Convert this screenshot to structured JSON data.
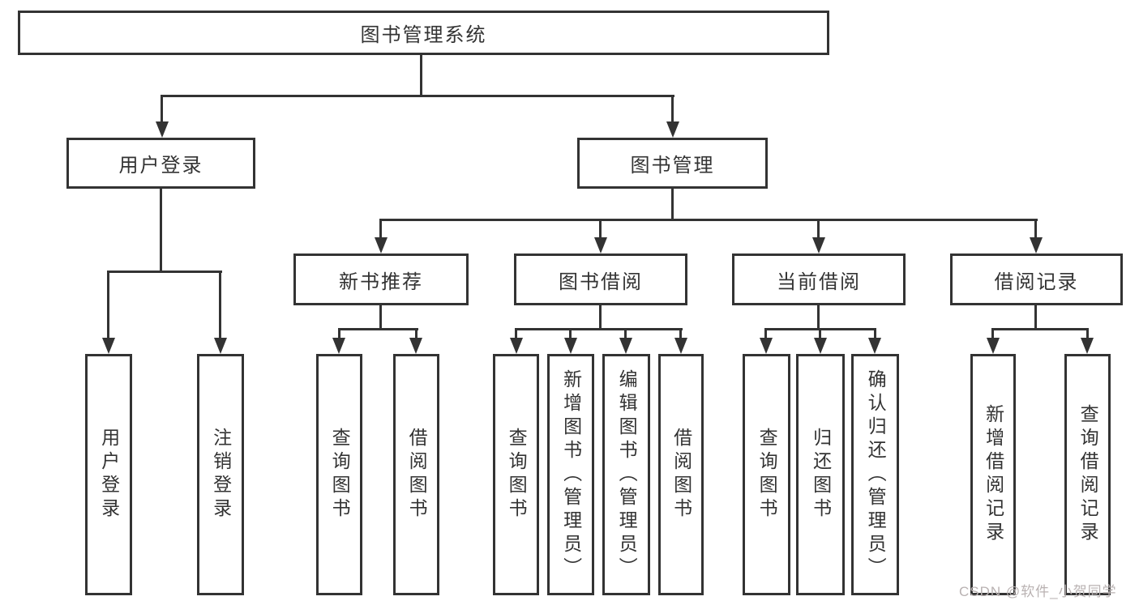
{
  "diagram_title": "图书管理系统",
  "colors": {
    "line": "#333333",
    "text": "#333333",
    "background": "#ffffff",
    "watermark": "#b9b2b2"
  },
  "nodes": {
    "root": {
      "id": "library-management-system",
      "label": "图书管理系统"
    },
    "level2": [
      {
        "id": "user-login-branch",
        "label": "用户登录",
        "parent": "library-management-system"
      },
      {
        "id": "book-management-branch",
        "label": "图书管理",
        "parent": "library-management-system"
      }
    ],
    "level3": [
      {
        "id": "new-book-recommendation",
        "label": "新书推荐",
        "parent": "book-management-branch"
      },
      {
        "id": "book-borrowing",
        "label": "图书借阅",
        "parent": "book-management-branch"
      },
      {
        "id": "current-borrowing",
        "label": "当前借阅",
        "parent": "book-management-branch"
      },
      {
        "id": "borrowing-records",
        "label": "借阅记录",
        "parent": "book-management-branch"
      }
    ],
    "leaves": [
      {
        "id": "user-login",
        "label": "用户登录",
        "parent": "user-login-branch"
      },
      {
        "id": "logout",
        "label": "注销登录",
        "parent": "user-login-branch"
      },
      {
        "id": "query-books-recommend",
        "label": "查询图书",
        "parent": "new-book-recommendation"
      },
      {
        "id": "borrow-books-recommend",
        "label": "借阅图书",
        "parent": "new-book-recommendation"
      },
      {
        "id": "query-books-borrowing",
        "label": "查询图书",
        "parent": "book-borrowing"
      },
      {
        "id": "add-books-admin",
        "label": "新增图书（管理员）",
        "parent": "book-borrowing"
      },
      {
        "id": "edit-books-admin",
        "label": "编辑图书（管理员）",
        "parent": "book-borrowing"
      },
      {
        "id": "borrow-books-borrowing",
        "label": "借阅图书",
        "parent": "book-borrowing"
      },
      {
        "id": "query-books-current",
        "label": "查询图书",
        "parent": "current-borrowing"
      },
      {
        "id": "return-books",
        "label": "归还图书",
        "parent": "current-borrowing"
      },
      {
        "id": "confirm-return-admin",
        "label": "确认归还（管理员）",
        "parent": "current-borrowing"
      },
      {
        "id": "add-borrowing-record",
        "label": "新增借阅记录",
        "parent": "borrowing-records"
      },
      {
        "id": "query-borrowing-record",
        "label": "查询借阅记录",
        "parent": "borrowing-records"
      }
    ]
  },
  "watermark": {
    "text": "CSDN @软件_小贺同学"
  }
}
